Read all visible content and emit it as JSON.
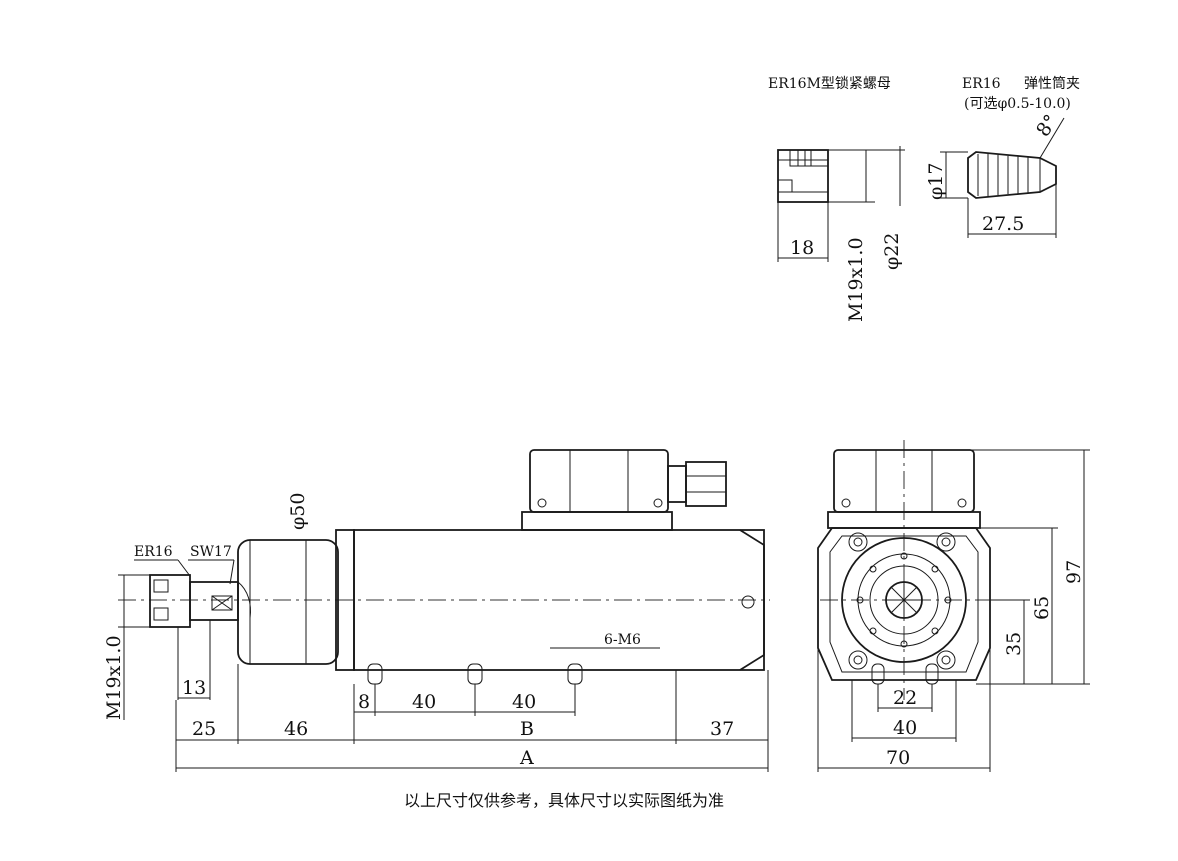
{
  "labels": {
    "nut_title": "ER16M型锁紧螺母",
    "collet_title": "ER16",
    "collet_name": "弹性筒夹",
    "collet_option": "(可选φ0.5-10.0)",
    "er16": "ER16",
    "sw17": "SW17",
    "mount_holes": "6-M6"
  },
  "dimensions": {
    "nut_len": "18",
    "nut_thread": "M19x1.0",
    "nut_dia": "φ22",
    "collet_dia": "φ17",
    "collet_angle": "8°",
    "collet_len": "27.5",
    "body_dia": "φ50",
    "side_thread": "M19x1.0",
    "d13": "13",
    "d8": "8",
    "d40a": "40",
    "d40b": "40",
    "d25": "25",
    "d46": "46",
    "dB": "B",
    "d37": "37",
    "dA": "A",
    "d97": "97",
    "d65": "65",
    "d35": "35",
    "d22": "22",
    "d40c": "40",
    "d70": "70"
  },
  "footer_note": "以上尺寸仅供参考，具体尺寸以实际图纸为准"
}
